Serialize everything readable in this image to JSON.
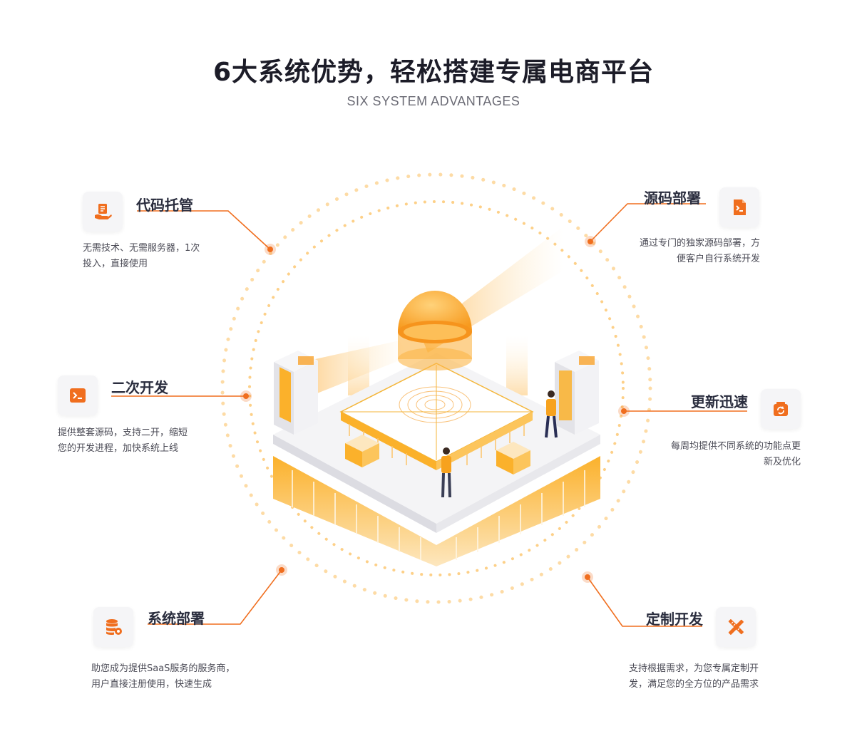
{
  "header": {
    "title": "6大系统优势，轻松搭建专属电商平台",
    "subtitle": "SIX SYSTEM ADVANTAGES"
  },
  "colors": {
    "accent": "#f06e1e",
    "accent_light": "#fcc36e",
    "title": "#1c1c28",
    "text": "#4a4a55"
  },
  "features": [
    {
      "id": "code-hosting",
      "icon": "hand-document-icon",
      "title": "代码托管",
      "desc_lines": [
        "无需技术、无需服务器，1次",
        "投入，直接使用"
      ]
    },
    {
      "id": "secondary-dev",
      "icon": "terminal-icon",
      "title": "二次开发",
      "desc_lines": [
        "提供整套源码，支持二开，缩短",
        "您的开发进程，加快系统上线"
      ]
    },
    {
      "id": "system-deploy",
      "icon": "database-gear-icon",
      "title": "系统部署",
      "desc_lines": [
        "助您成为提供SaaS服务的服务商，",
        "用户直接注册使用，快速生成"
      ]
    },
    {
      "id": "source-deploy",
      "icon": "code-file-icon",
      "title": "源码部署",
      "desc_lines": [
        "通过专门的独家源码部署，方",
        "便客户自行系统开发"
      ]
    },
    {
      "id": "fast-update",
      "icon": "refresh-icon",
      "title": "更新迅速",
      "desc_lines": [
        "每周均提供不同系统的功能点更",
        "新及优化"
      ]
    },
    {
      "id": "custom-dev",
      "icon": "pencil-ruler-icon",
      "title": "定制开发",
      "desc_lines": [
        "支持根据需求，为您专属定制开",
        "发，满足您的全方位的产品需求"
      ]
    }
  ]
}
